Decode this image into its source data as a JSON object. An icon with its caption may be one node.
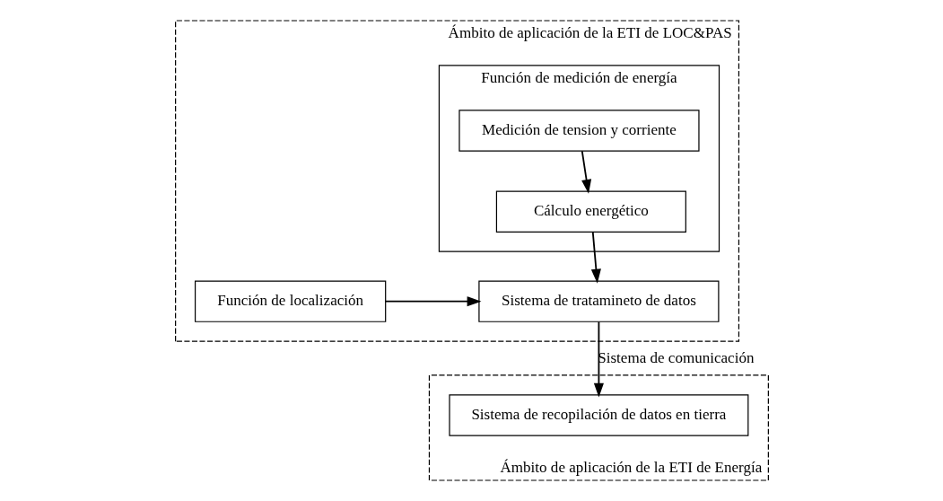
{
  "diagram": {
    "nodes": [
      {
        "text": [
          "Ámbito de aplicación de la ETI de LOC&PAS"
        ]
      },
      {
        "text": [
          "Función de medición de energía"
        ],
        "in": 0
      },
      {
        "text": [
          "Medición de tension y corriente"
        ],
        "in": 1
      },
      {
        "text": [
          "Cálculo energético"
        ],
        "in": 1
      },
      {
        "text": [
          "Sistema de tratamineto de datos"
        ],
        "in": 0
      },
      {
        "text": [
          "Función de localización"
        ],
        "in": 0
      },
      {
        "text": [
          "Ámbito de aplicación de la ETI de Energía"
        ]
      },
      {
        "text": [
          "Sistema de recopilación de datos en tierra"
        ],
        "in": 6
      }
    ],
    "edges": [
      {
        "from": 2,
        "to": 3,
        "arrow": "to"
      },
      {
        "from": 3,
        "to": 4,
        "arrow": "to"
      },
      {
        "from": 5,
        "to": 4,
        "arrow": "to"
      },
      {
        "from": 4,
        "to": 7,
        "arrow": "to",
        "label": "Sistema de comunicación"
      }
    ]
  }
}
